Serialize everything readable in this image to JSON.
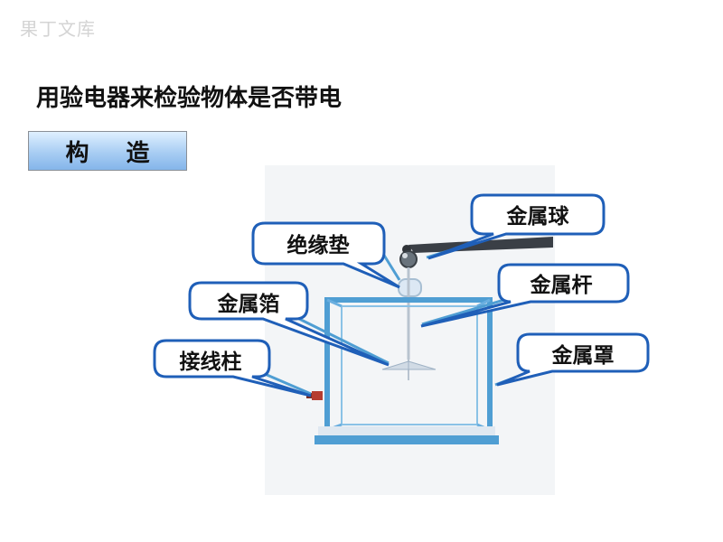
{
  "watermark": "果丁文库",
  "title": "用验电器来检验物体是否带电",
  "section_label": "构 造",
  "labels": {
    "metal_ball": "金属球",
    "insulating_pad": "绝缘垫",
    "metal_rod": "金属杆",
    "metal_foil": "金属箔",
    "metal_cover": "金属罩",
    "terminal": "接线柱"
  },
  "colors": {
    "callout_border": "#1f5fb8",
    "frame_blue": "#4f9ed3",
    "box_gradient_top": "#dff0ff",
    "box_gradient_bottom": "#84b5ea"
  }
}
